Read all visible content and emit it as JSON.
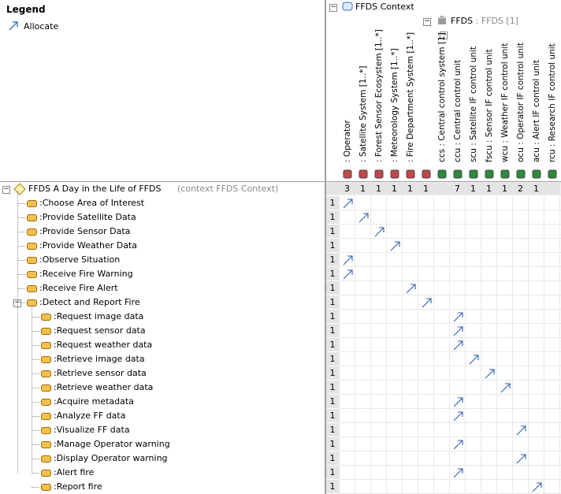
{
  "legend": {
    "title": "Legend",
    "items": [
      {
        "label": "Allocate",
        "icon": "allocate-arrow-icon"
      }
    ]
  },
  "column_header": {
    "root": {
      "label": "FFDS Context"
    },
    "block": {
      "prefix": "FFDS",
      "sep": " : ",
      "type": "FFDS [1]"
    },
    "columns": [
      {
        "label": " : Operator",
        "count": "3"
      },
      {
        "label": " : Satellite System [1..*]",
        "count": "1"
      },
      {
        "label": " : Forest Sensor Ecosystem [1..*]",
        "count": "1"
      },
      {
        "label": " : Meteorology System [1..*]",
        "count": "1"
      },
      {
        "label": " : Fire Department System [1..*]",
        "count": "1"
      },
      {
        "label": "",
        "count": "1"
      },
      {
        "label": "ccs : Central control system [1]",
        "count": ""
      },
      {
        "label": "ccu : Central control unit",
        "count": "7"
      },
      {
        "label": "scu : Satellite IF control unit",
        "count": "1"
      },
      {
        "label": "fscu : Sensor IF control unit",
        "count": "1"
      },
      {
        "label": "wcu : Weather IF control unit",
        "count": "1"
      },
      {
        "label": "ocu : Operator IF control unit",
        "count": "2"
      },
      {
        "label": "acu : Alert IF control unit",
        "count": "1"
      },
      {
        "label": "rcu : Research IF control unit",
        "count": ""
      }
    ]
  },
  "root_row": {
    "label": "FFDS A Day in the Life of FFDS",
    "context": "(context FFDS Context)"
  },
  "rows": [
    {
      "label": ":Choose Area of Interest",
      "count": "1",
      "col": 0,
      "level": 1
    },
    {
      "label": ":Provide Satellite Data",
      "count": "1",
      "col": 1,
      "level": 1
    },
    {
      "label": ":Provide Sensor Data",
      "count": "1",
      "col": 2,
      "level": 1
    },
    {
      "label": ":Provide Weather Data",
      "count": "1",
      "col": 3,
      "level": 1
    },
    {
      "label": ":Observe Situation",
      "count": "1",
      "col": 0,
      "level": 1
    },
    {
      "label": ":Receive Fire Warning",
      "count": "1",
      "col": 0,
      "level": 1
    },
    {
      "label": ":Receive Fire Alert",
      "count": "1",
      "col": 4,
      "level": 1
    },
    {
      "label": ":Detect and Report Fire",
      "count": "1",
      "col": 5,
      "level": 1
    },
    {
      "label": ":Request image data",
      "count": "1",
      "col": 7,
      "level": 2
    },
    {
      "label": ":Request sensor data",
      "count": "1",
      "col": 7,
      "level": 2
    },
    {
      "label": ":Request weather data",
      "count": "1",
      "col": 7,
      "level": 2
    },
    {
      "label": ":Retrieve image data",
      "count": "1",
      "col": 8,
      "level": 2
    },
    {
      "label": ":Retrieve sensor data",
      "count": "1",
      "col": 9,
      "level": 2
    },
    {
      "label": ":Retrieve weather data",
      "count": "1",
      "col": 10,
      "level": 2
    },
    {
      "label": ":Acquire metadata",
      "count": "1",
      "col": 7,
      "level": 2
    },
    {
      "label": ":Analyze FF data",
      "count": "1",
      "col": 7,
      "level": 2
    },
    {
      "label": ":Visualize FF data",
      "count": "1",
      "col": 11,
      "level": 2
    },
    {
      "label": ":Manage Operator warning",
      "count": "1",
      "col": 7,
      "level": 2
    },
    {
      "label": ":Display Operator warning",
      "count": "1",
      "col": 11,
      "level": 2
    },
    {
      "label": ":Alert fire",
      "count": "1",
      "col": 7,
      "level": 2
    },
    {
      "label": ":Report fire",
      "count": "1",
      "col": 12,
      "level": 2
    }
  ],
  "colors": {
    "arrow": "#2a5db0",
    "grid": "#e8e8e8",
    "header_bg": "#e4e4e4",
    "bar": "#f6c04f"
  }
}
